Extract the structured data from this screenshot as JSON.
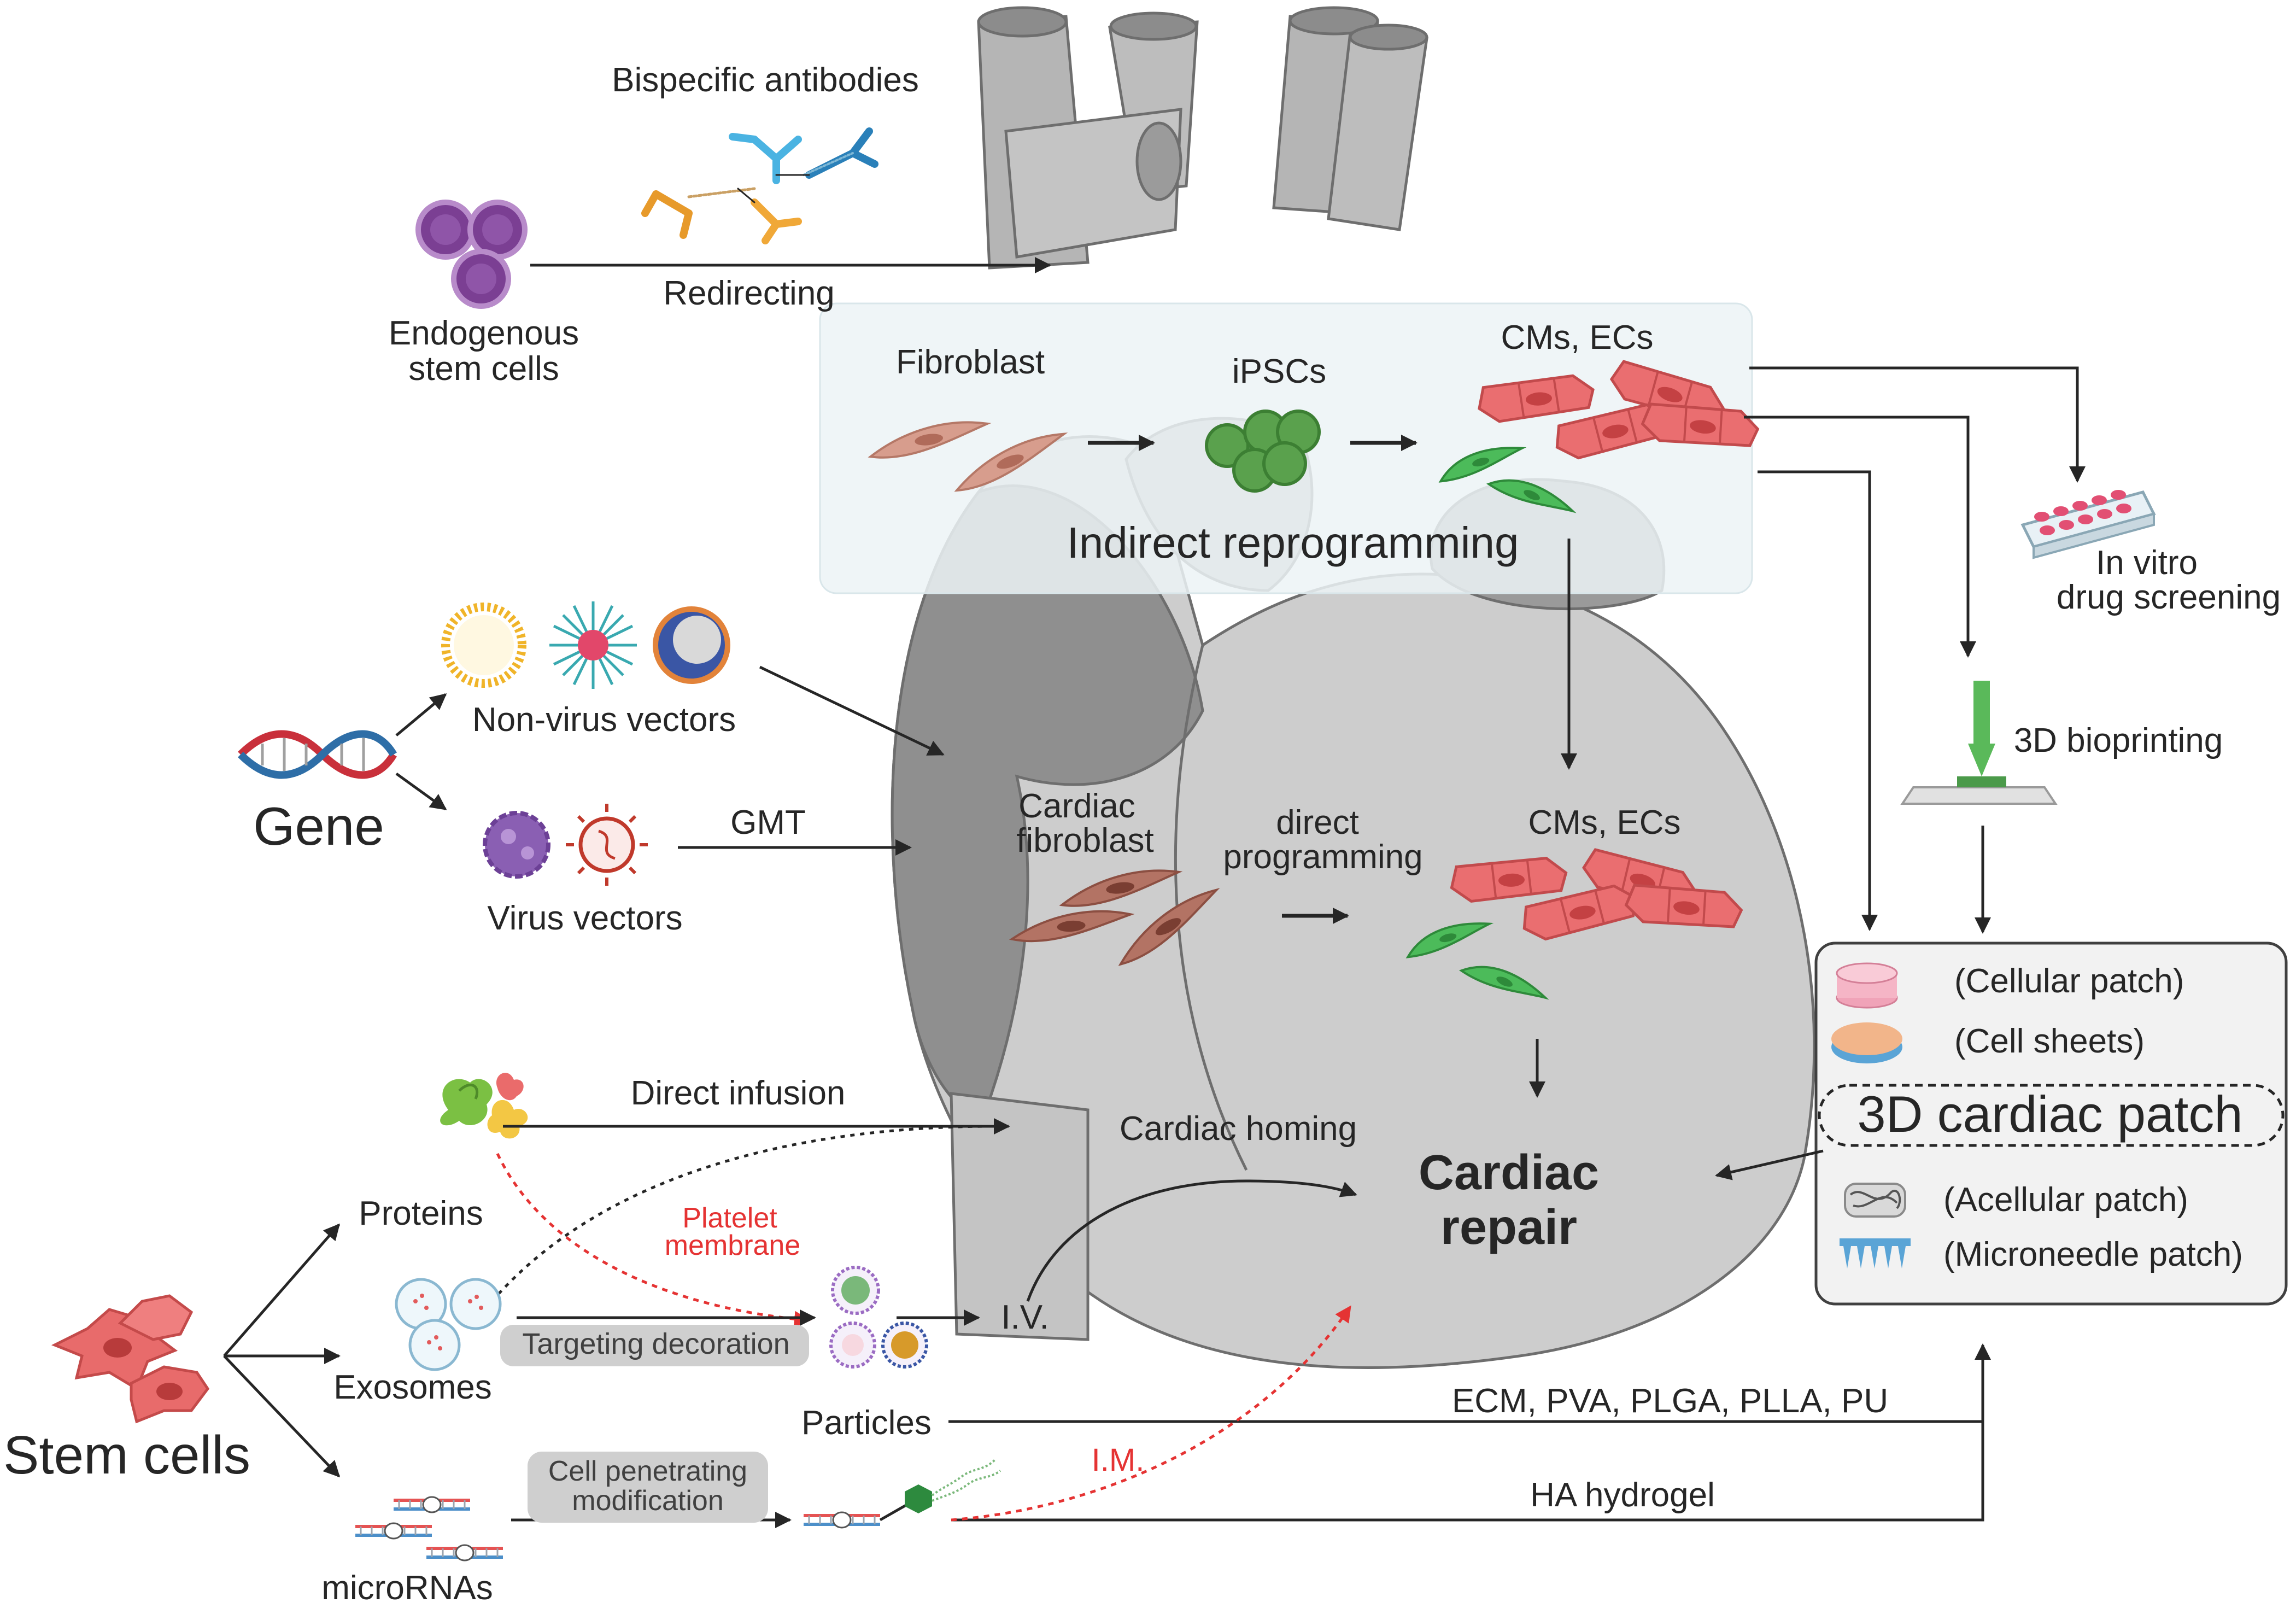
{
  "colors": {
    "heart_light": "#cdcdcd",
    "heart_mid": "#a9a9a9",
    "heart_dark": "#8a8a8a",
    "cm_red": "#ea6e70",
    "ec_green": "#4cbb5a",
    "ipsc_green": "#5aa14d",
    "fibro_pink": "#d79d8d",
    "cardiac_fibro": "#b37364",
    "red_label": "#e53333",
    "arrow": "#262626"
  },
  "labels": {
    "bispecific": "Bispecific antibodies",
    "endogenous_1": "Endogenous",
    "endogenous_2": "stem cells",
    "redirecting": "Redirecting",
    "fibroblast": "Fibroblast",
    "ipscs": "iPSCs",
    "cms_ecs_top": "CMs, ECs",
    "indirect": "Indirect reprogramming",
    "invitro_1": "In vitro",
    "invitro_2": "drug screening",
    "bioprint": "3D bioprinting",
    "non_virus": "Non-virus vectors",
    "gene": "Gene",
    "gmt": "GMT",
    "virus": "Virus vectors",
    "cardiac_fibro_1": "Cardiac",
    "cardiac_fibro_2": "fibroblast",
    "direct_1": "direct",
    "direct_2": "programming",
    "cms_ecs_mid": "CMs, ECs",
    "direct_infusion": "Direct infusion",
    "cardiac_homing": "Cardiac homing",
    "cardiac_repair_1": "Cardiac",
    "cardiac_repair_2": "repair",
    "proteins": "Proteins",
    "platelet_1": "Platelet",
    "platelet_2": "membrane",
    "exosomes": "Exosomes",
    "targeting": "Targeting decoration",
    "iv": "I.V.",
    "stem_cells": "Stem cells",
    "particles": "Particles",
    "ecm": "ECM, PVA, PLGA, PLLA, PU",
    "im": "I.M.",
    "cell_pen_1": "Cell penetrating",
    "cell_pen_2": "modification",
    "ha": "HA hydrogel",
    "micrornas": "microRNAs"
  },
  "patch_box": {
    "title": "3D cardiac patch",
    "items": [
      "(Cellular patch)",
      "(Cell sheets)",
      "(Acellular patch)",
      "(Microneedle patch)"
    ]
  }
}
